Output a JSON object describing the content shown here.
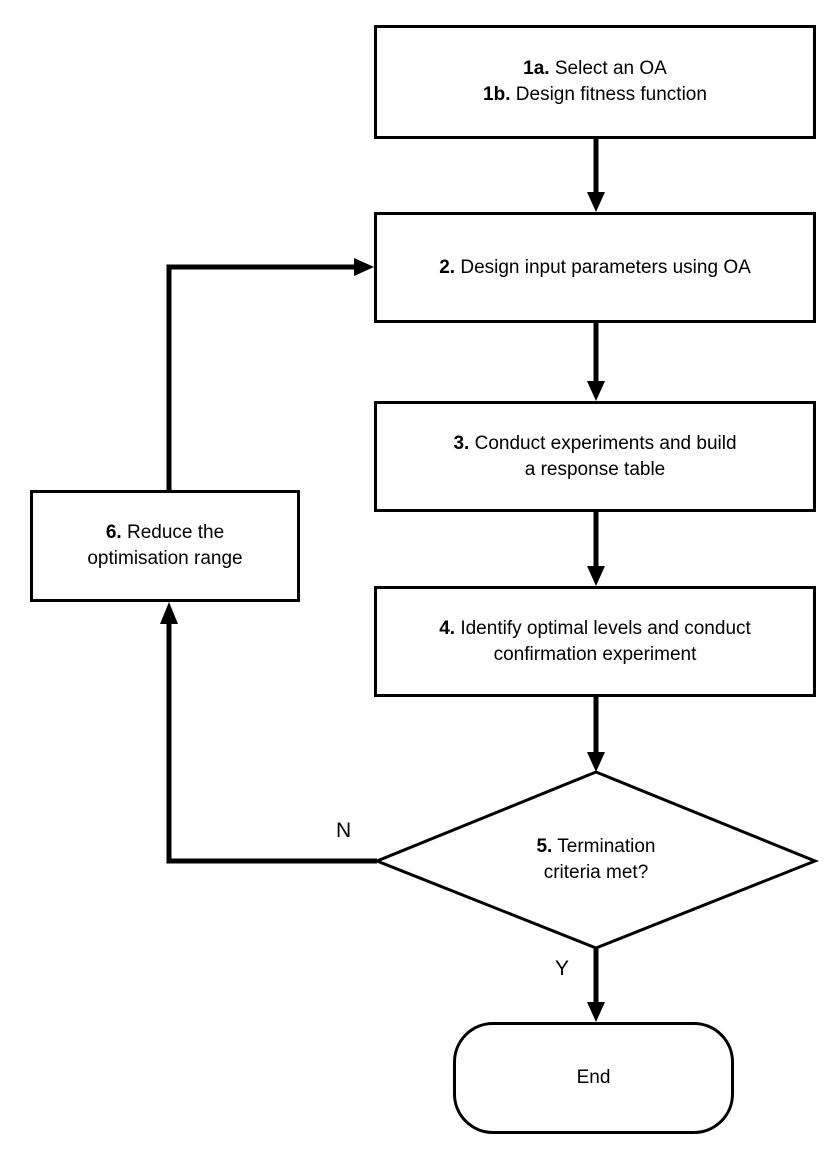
{
  "diagram": {
    "type": "flowchart",
    "colors": {
      "background": "#ffffff",
      "stroke": "#000000",
      "text": "#000000"
    },
    "nodes": {
      "step1": {
        "shape": "process",
        "lines": [
          {
            "bold": "1a.",
            "rest": " Select an OA"
          },
          {
            "bold": "1b.",
            "rest": " Design fitness function"
          }
        ]
      },
      "step2": {
        "shape": "process",
        "lines": [
          {
            "bold": "2.",
            "rest": " Design input parameters using OA"
          }
        ]
      },
      "step3": {
        "shape": "process",
        "lines": [
          {
            "bold": "3.",
            "rest": " Conduct experiments and build"
          },
          {
            "bold": "",
            "rest": "a response table"
          }
        ]
      },
      "step4": {
        "shape": "process",
        "lines": [
          {
            "bold": "4.",
            "rest": " Identify optimal levels and conduct"
          },
          {
            "bold": "",
            "rest": "confirmation experiment"
          }
        ]
      },
      "step5": {
        "shape": "decision",
        "lines": [
          {
            "bold": "5.",
            "rest": " Termination"
          },
          {
            "bold": "",
            "rest": "criteria met?"
          }
        ]
      },
      "step6": {
        "shape": "process",
        "lines": [
          {
            "bold": "6.",
            "rest": " Reduce the"
          },
          {
            "bold": "",
            "rest": "optimisation range"
          }
        ]
      },
      "end": {
        "shape": "terminator",
        "label": "End"
      }
    },
    "edge_labels": {
      "no": "N",
      "yes": "Y"
    }
  }
}
